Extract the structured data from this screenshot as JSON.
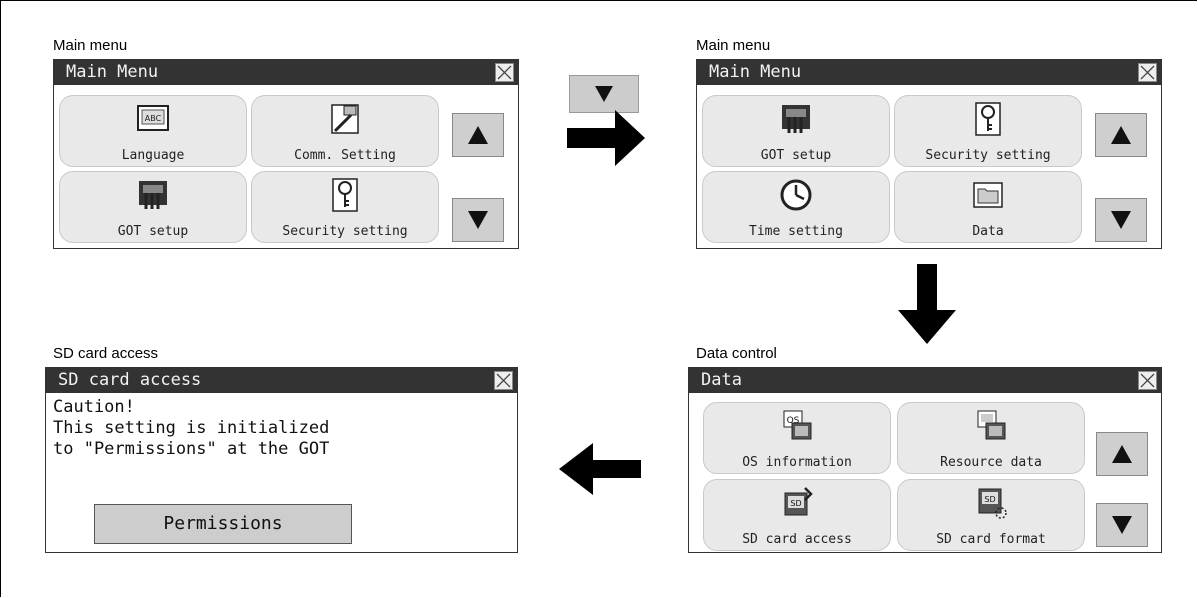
{
  "captions": {
    "top_left": "Main menu",
    "top_right": "Main menu",
    "bottom_left": "SD card access",
    "bottom_right": "Data control"
  },
  "panel1": {
    "title": "Main Menu",
    "tiles": [
      "Language",
      "Comm. Setting",
      "GOT setup",
      "Security setting"
    ]
  },
  "panel2": {
    "title": "Main Menu",
    "tiles": [
      "GOT setup",
      "Security setting",
      "Time setting",
      "Data"
    ]
  },
  "panel3": {
    "title": "SD card access",
    "lines": [
      "Caution!",
      "This setting is initialized",
      "to \"Permissions\" at the GOT"
    ],
    "button": "Permissions"
  },
  "panel4": {
    "title": "Data",
    "tiles": [
      "OS information",
      "Resource data",
      "SD card access",
      "SD card format"
    ]
  },
  "icons": {
    "language": "abc-screen-icon",
    "comm": "cable-icon",
    "got": "got-machine-icon",
    "security": "key-icon",
    "time": "clock-icon",
    "data": "folder-icon",
    "os": "os-icon",
    "resource": "resource-icon",
    "sdaccess": "sd-card-access-icon",
    "sdformat": "sd-card-format-icon"
  },
  "colors": {
    "titlebar": "#333333",
    "tile": "#e9e9e9",
    "button": "#cfcfcf"
  }
}
